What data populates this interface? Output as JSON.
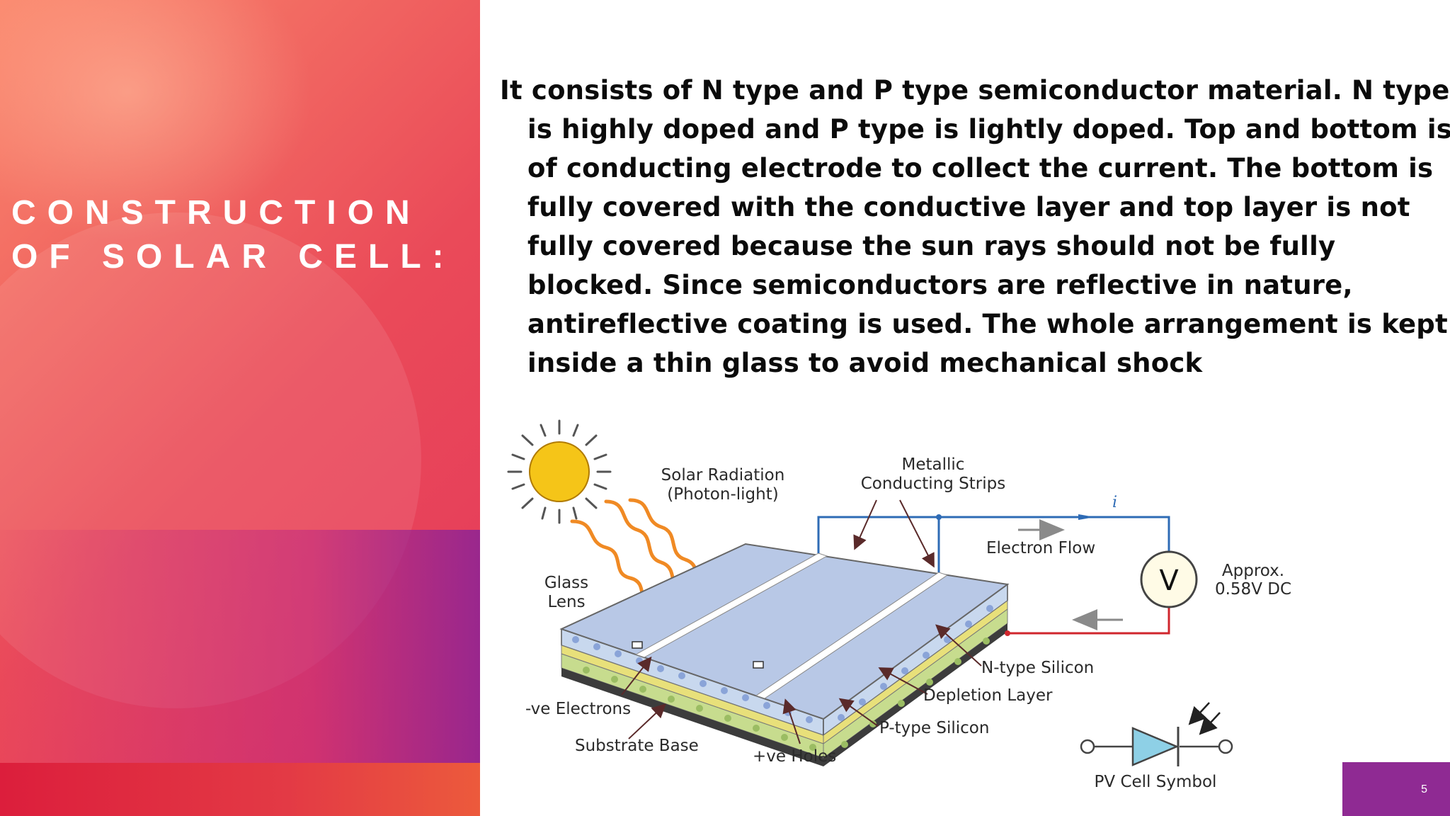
{
  "slide": {
    "title": "CONSTRUCTION OF SOLAR CELL:",
    "body": "It consists of N type and P type semiconductor material. N type is highly doped and P type is lightly doped. Top and bottom is of conducting electrode to collect the current. The bottom is fully covered with the conductive layer and top layer is not fully covered because the sun rays should not be fully blocked. Since semiconductors are reflective in nature, antireflective coating is used. The whole arrangement is kept inside a thin glass to avoid mechanical shock",
    "page_number": "5"
  },
  "diagram": {
    "labels": {
      "solar_radiation_1": "Solar Radiation",
      "solar_radiation_2": "(Photon-light)",
      "metallic_1": "Metallic",
      "metallic_2": "Conducting Strips",
      "current": "i",
      "electron_flow": "Electron Flow",
      "voltmeter": "V",
      "approx_1": "Approx.",
      "approx_2": "0.58V DC",
      "glass_1": "Glass",
      "glass_2": "Lens",
      "n_type": "N-type Silicon",
      "depletion": "Depletion Layer",
      "p_type": "P-type Silicon",
      "electrons": "-ve Electrons",
      "substrate": "Substrate Base",
      "holes": "+ve Holes",
      "pv_symbol": "PV Cell Symbol"
    },
    "colors": {
      "sun": "#f5c518",
      "radiation": "#f08a24",
      "glass_top": "#b8c8e6",
      "n_layer": "#c8d8ee",
      "depletion_layer": "#e8e07a",
      "p_layer": "#c7dc8e",
      "base": "#3c3c3c",
      "wire_blue": "#2e6bb5",
      "wire_red": "#d0262d",
      "diode": "#8ed0e6"
    }
  }
}
